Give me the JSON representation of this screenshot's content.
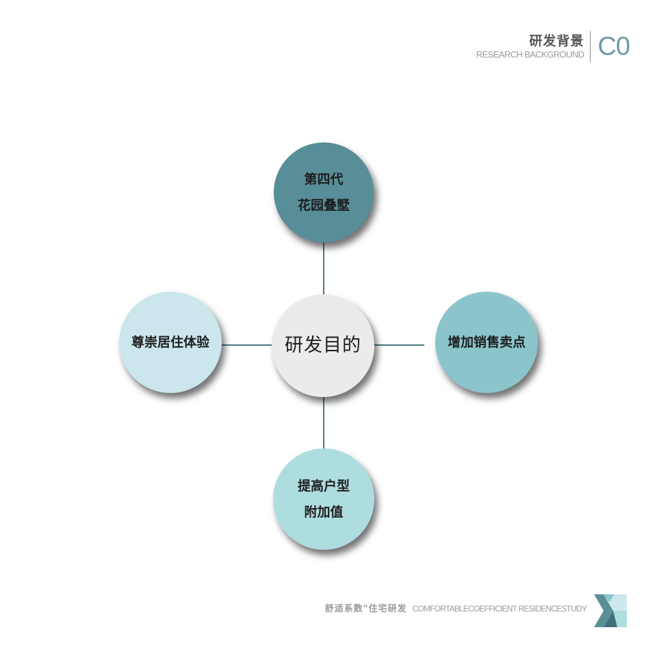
{
  "header": {
    "title": "研发背景",
    "subtitle": "RESEARCH BACKGROUND",
    "code": "C0"
  },
  "diagram": {
    "center": {
      "label": "研发目的",
      "color": "#ebebeb"
    },
    "top": {
      "label": "第四代\n花园叠墅",
      "color": "#588e97"
    },
    "left": {
      "label": "尊崇居住体验",
      "color": "#cbe6ec"
    },
    "right": {
      "label": "增加销售卖点",
      "color": "#8cc4cb"
    },
    "bottom": {
      "label": "提高户型\n附加值",
      "color": "#aedde0"
    },
    "connector_color": "#4a7a80"
  },
  "footer": {
    "text_cn": "舒适系数\"住宅研发",
    "text_en": "COMFORTABLECOEFFICIENT RESIDENCESTUDY",
    "logo_icon": "brand-logo-icon"
  }
}
